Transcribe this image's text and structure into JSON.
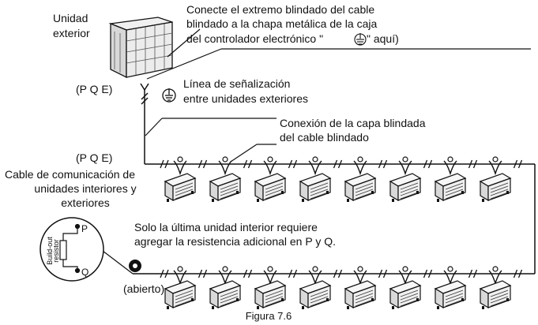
{
  "labels": {
    "outdoor_unit": [
      "Unidad",
      "exterior"
    ],
    "shield_note": [
      "Conecte el extremo blindado del cable",
      "blindado a la chapa metálica de la caja",
      "del controlador electrónico \"",
      "\" aquí)"
    ],
    "pqe_top": "(P Q E)",
    "signal_line": [
      "Línea de señalización",
      "entre unidades exteriores"
    ],
    "shield_layer": [
      "Conexión de la capa blindada",
      "del cable blindado"
    ],
    "pqe_mid": "(P Q E)",
    "comm_cable": [
      "Cable de comunicación de",
      "unidades interiores y",
      "exteriores"
    ],
    "last_unit_note": [
      "Solo la última unidad interior requiere",
      "agregar la resistencia adicional en P y Q."
    ],
    "resistor": [
      "Build-out",
      "resistor"
    ],
    "terminal_p": "P",
    "terminal_q": "Q",
    "open": "(abierto)",
    "figure": "Figura 7.6"
  },
  "indoor_units_per_row": 8,
  "colors": {
    "line": "#111111",
    "unit_fill": "#f2f2f2",
    "background": "#ffffff"
  }
}
